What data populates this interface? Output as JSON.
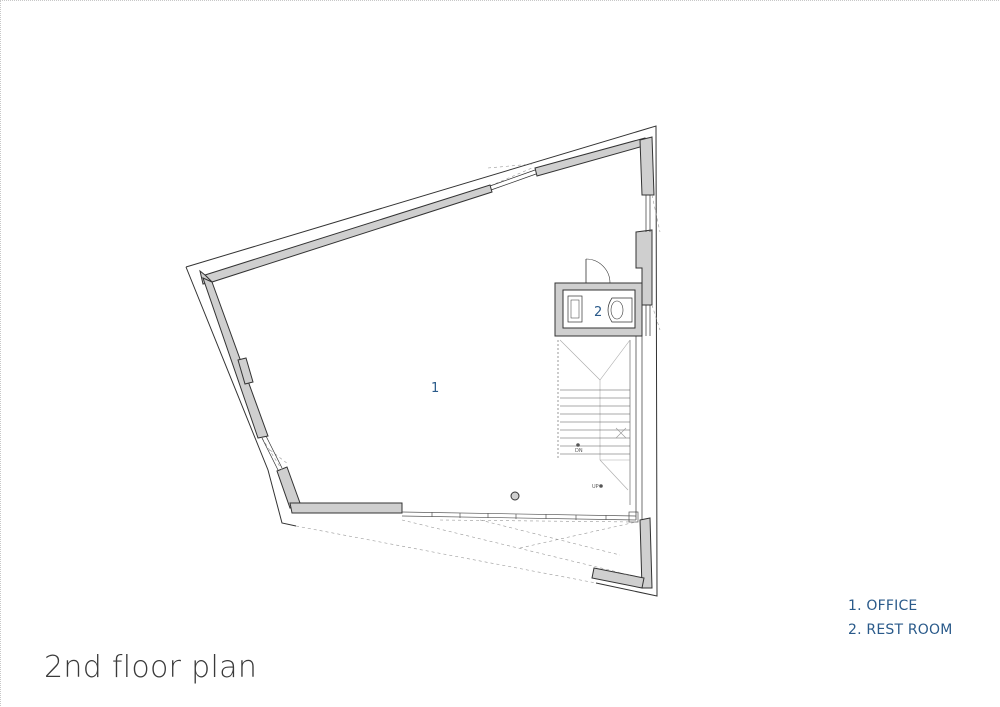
{
  "title": "2nd floor plan",
  "rooms": [
    {
      "number": "1",
      "name": "OFFICE"
    },
    {
      "number": "2",
      "name": "REST ROOM"
    }
  ],
  "legend": [
    "1. OFFICE",
    "2. REST ROOM"
  ],
  "stair_labels": {
    "down": "DN",
    "up": "UP"
  },
  "colors": {
    "wall_fill": "#cfcfcf",
    "line": "#333333",
    "label_blue": "#2a5a8a"
  }
}
